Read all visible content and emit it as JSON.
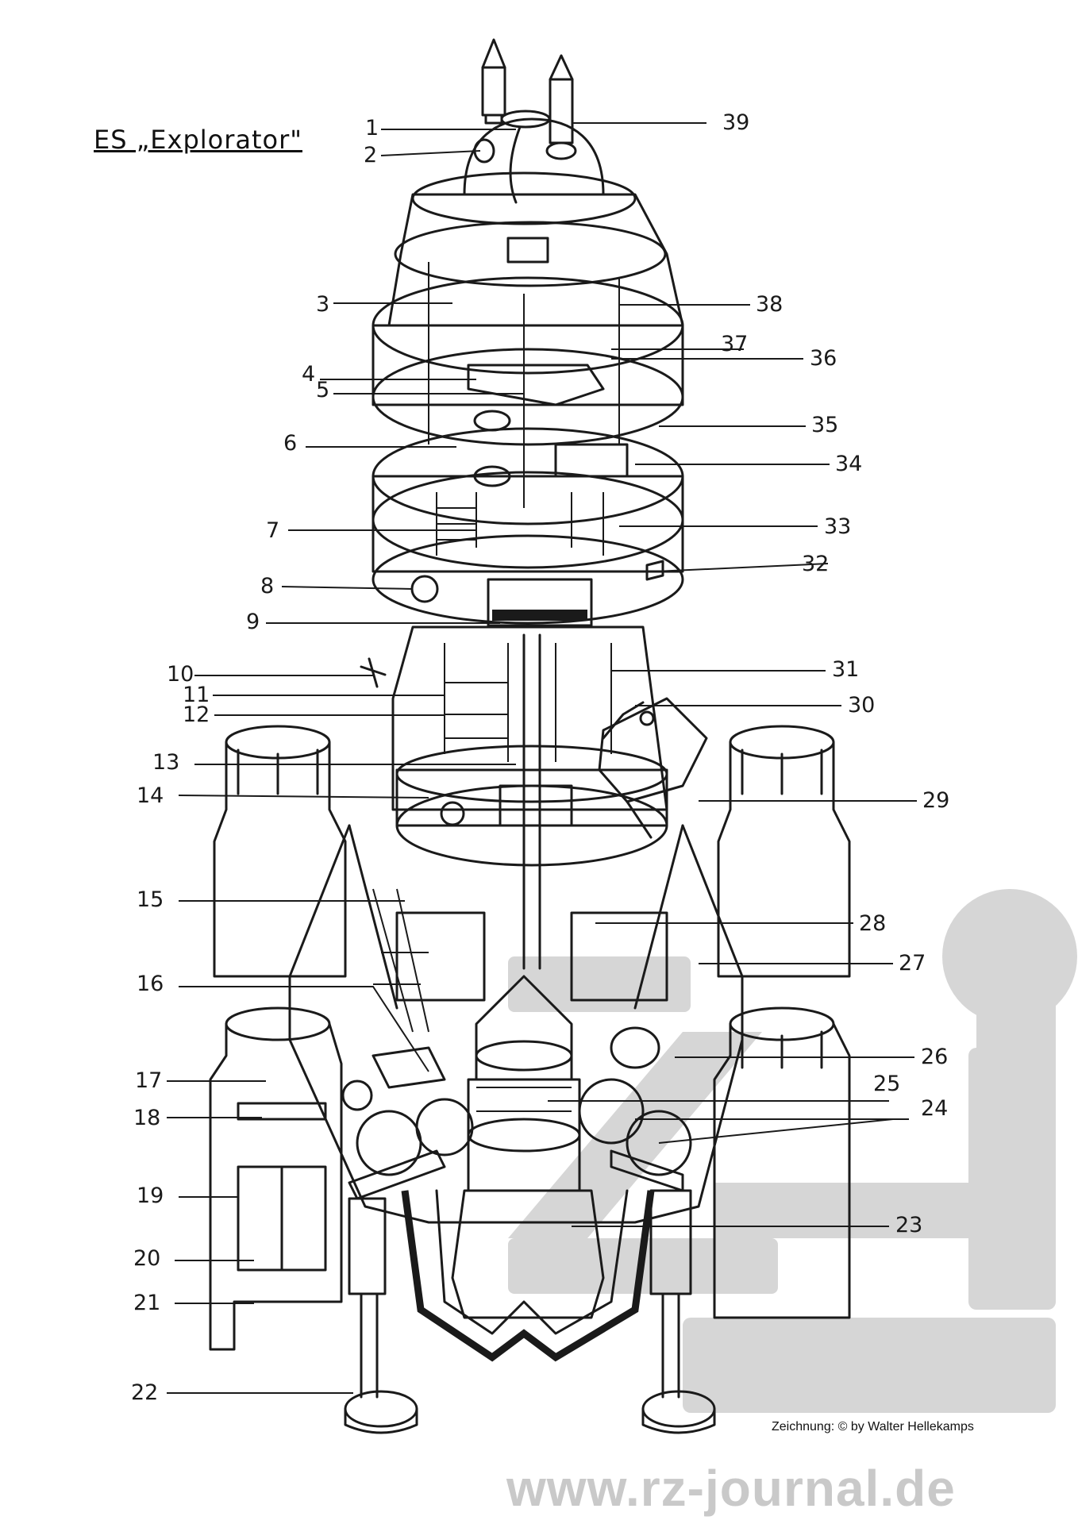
{
  "title": "ES „Explorator\"",
  "credit": "Zeichnung: © by Walter Hellekamps",
  "website": "www.rz-journal.de",
  "watermark_color": "#d0d0d0",
  "logo": "rz",
  "labels_left": [
    "1",
    "2",
    "3",
    "4",
    "5",
    "6",
    "7",
    "8",
    "9",
    "10",
    "11",
    "12",
    "13",
    "14",
    "15",
    "16",
    "17",
    "18",
    "19",
    "20",
    "21",
    "22"
  ],
  "labels_right": [
    "39",
    "38",
    "37",
    "36",
    "35",
    "34",
    "33",
    "32",
    "31",
    "30",
    "29",
    "28",
    "27",
    "26",
    "25",
    "24",
    "23"
  ]
}
